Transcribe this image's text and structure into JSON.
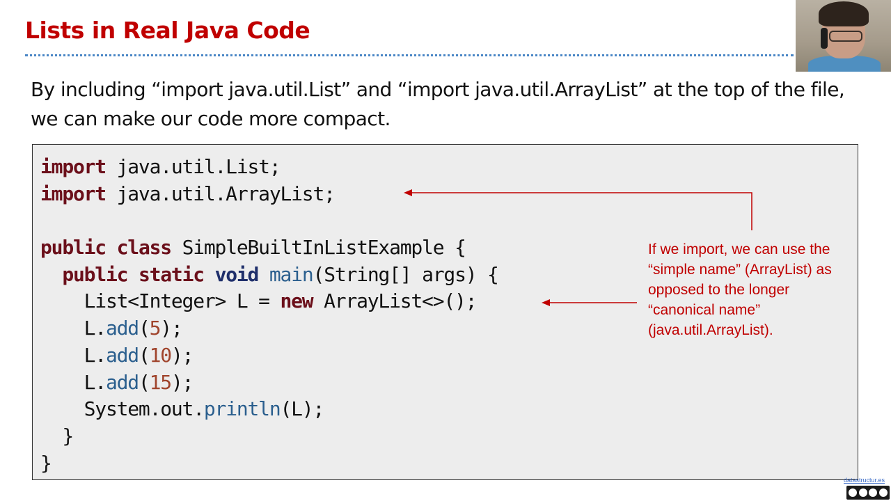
{
  "slide": {
    "title": "Lists in Real Java Code",
    "intro": "By including “import java.util.List” and “import java.util.ArrayList” at the top of the file, we can make our code more compact."
  },
  "code": {
    "import_kw": "import",
    "import1_rest": " java.util.List;",
    "import2_rest": " java.util.ArrayList;",
    "public_kw": "public",
    "class_kw": "class",
    "class_name": " SimpleBuiltInListExample {",
    "static_kw": "static",
    "void_kw": "void",
    "main_fn": "main",
    "main_rest": "(String[] args) {",
    "list_decl": "List<Integer> L = ",
    "new_kw": "new",
    "list_rest": " ArrayList<>();",
    "add_fn": "add",
    "num1": "5",
    "num2": "10",
    "num3": "15",
    "sysout": "System.out.",
    "println_fn": "println",
    "println_rest": "(L);",
    "close_inner": "}",
    "close_outer": "}"
  },
  "annotation": "If we import, we can use the “simple name” (ArrayList) as opposed to the longer “canonical name” (java.util.ArrayList).",
  "footer": {
    "link": "datastructur.es"
  },
  "colors": {
    "title_red": "#c00000",
    "rule_blue": "#4a86c5",
    "code_bg": "#ededed"
  }
}
